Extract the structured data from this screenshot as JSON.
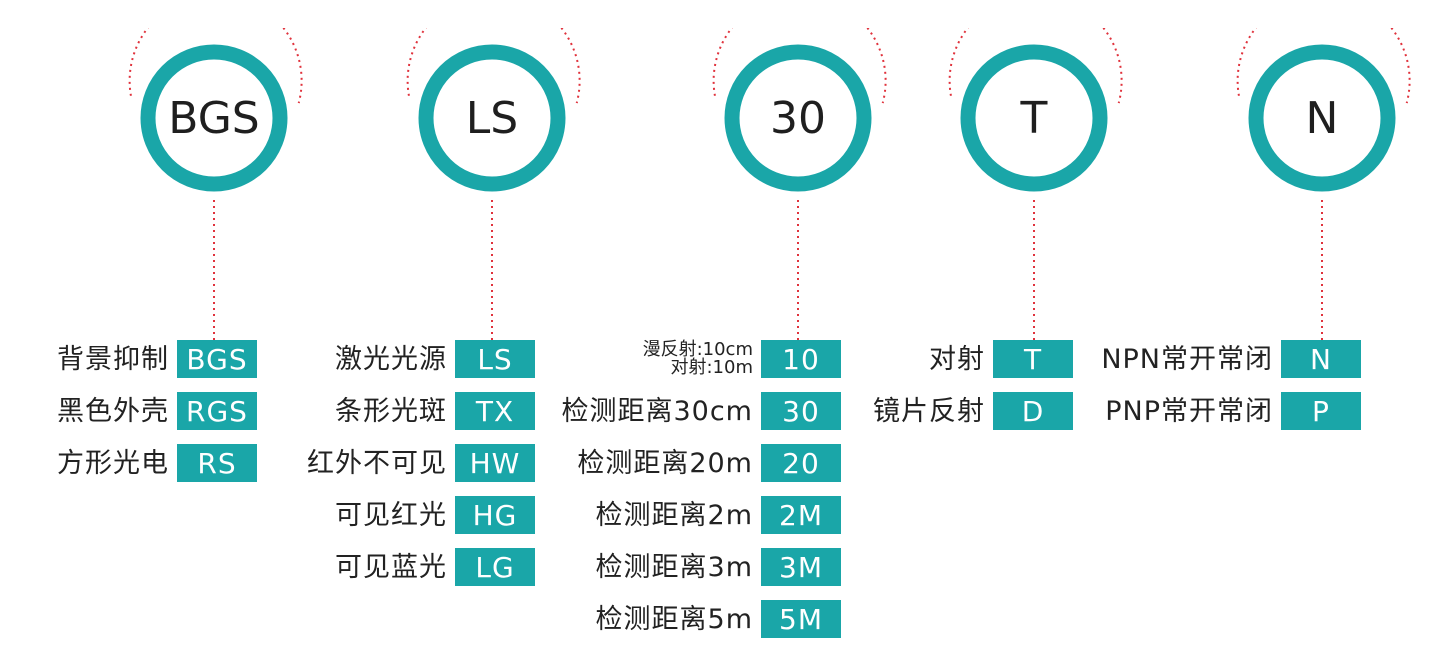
{
  "colors": {
    "accent": "#1aa6a8",
    "dotted_line": "#e0323c",
    "text": "#222222"
  },
  "groups": [
    {
      "code": "BGS",
      "options": [
        {
          "label": "背景抑制",
          "code": "BGS"
        },
        {
          "label": "黑色外壳",
          "code": "RGS"
        },
        {
          "label": "方形光电",
          "code": "RS"
        }
      ]
    },
    {
      "code": "LS",
      "options": [
        {
          "label": "激光光源",
          "code": "LS"
        },
        {
          "label": "条形光斑",
          "code": "TX"
        },
        {
          "label": "红外不可见",
          "code": "HW"
        },
        {
          "label": "可见红光",
          "code": "HG"
        },
        {
          "label": "可见蓝光",
          "code": "LG"
        }
      ]
    },
    {
      "code": "30",
      "options": [
        {
          "label_line1": "漫反射:10cm",
          "label_line2": "对射:10m",
          "code": "10"
        },
        {
          "label": "检测距离30cm",
          "code": "30"
        },
        {
          "label": "检测距离20m",
          "code": "20"
        },
        {
          "label": "检测距离2m",
          "code": "2M"
        },
        {
          "label": "检测距离3m",
          "code": "3M"
        },
        {
          "label": "检测距离5m",
          "code": "5M"
        }
      ]
    },
    {
      "code": "T",
      "options": [
        {
          "label": "对射",
          "code": "T"
        },
        {
          "label": "镜片反射",
          "code": "D"
        }
      ]
    },
    {
      "code": "N",
      "options": [
        {
          "label": "NPN常开常闭",
          "code": "N"
        },
        {
          "label": "PNP常开常闭",
          "code": "P"
        }
      ]
    }
  ]
}
